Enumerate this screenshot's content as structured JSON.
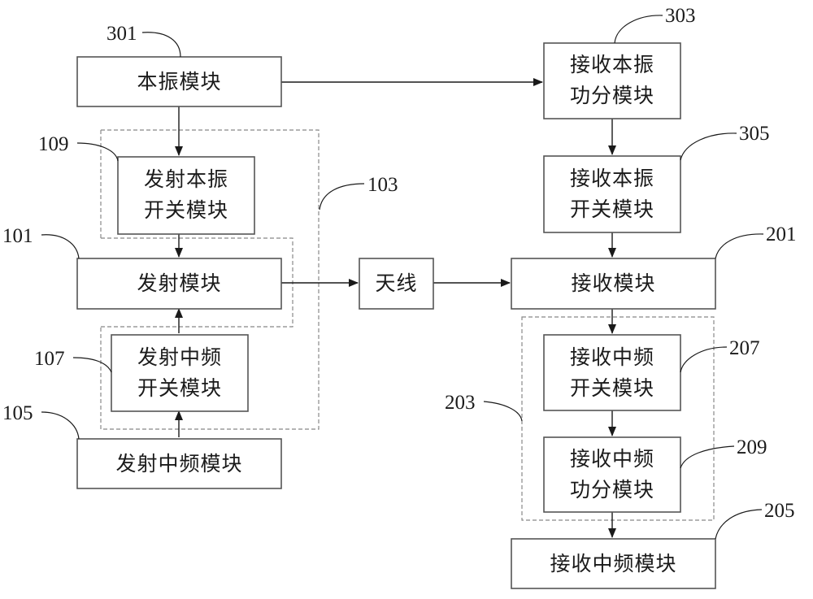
{
  "blocks": {
    "b301": [
      "本振模块"
    ],
    "b303": [
      "接收本振",
      "功分模块"
    ],
    "b109": [
      "发射本振",
      "开关模块"
    ],
    "b305": [
      "接收本振",
      "开关模块"
    ],
    "b101": [
      "发射模块"
    ],
    "antenna": [
      "天线"
    ],
    "b201": [
      "接收模块"
    ],
    "b107": [
      "发射中频",
      "开关模块"
    ],
    "b207": [
      "接收中频",
      "开关模块"
    ],
    "b105": [
      "发射中频模块"
    ],
    "b209": [
      "接收中频",
      "功分模块"
    ],
    "b205": [
      "接收中频模块"
    ]
  },
  "refs": {
    "r301": "301",
    "r303": "303",
    "r109": "109",
    "r103": "103",
    "r305": "305",
    "r101": "101",
    "r201": "201",
    "r107": "107",
    "r207": "207",
    "r203": "203",
    "r105": "105",
    "r209": "209",
    "r205": "205"
  }
}
